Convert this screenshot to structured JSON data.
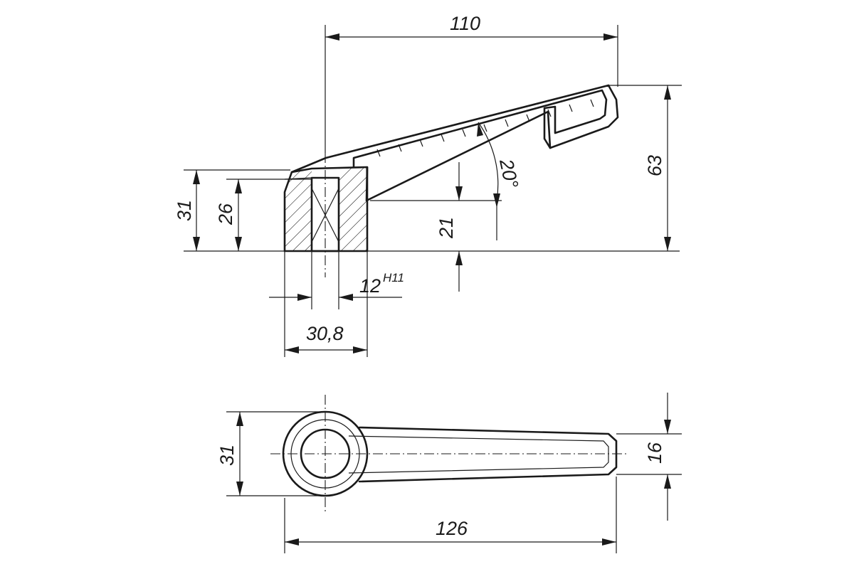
{
  "colors": {
    "ink": "#1a1a1a",
    "background": "#ffffff"
  },
  "side_view": {
    "dimensions": {
      "length_top": "110",
      "height_total": "63",
      "hub_height": "31",
      "hub_inner_height": "26",
      "height_21": "21",
      "angle": "20°",
      "bore": "12",
      "bore_tolerance": "H11",
      "hub_width": "30,8"
    }
  },
  "top_view": {
    "dimensions": {
      "hub_diameter": "31",
      "tip_width": "16",
      "overall_length": "126"
    }
  }
}
